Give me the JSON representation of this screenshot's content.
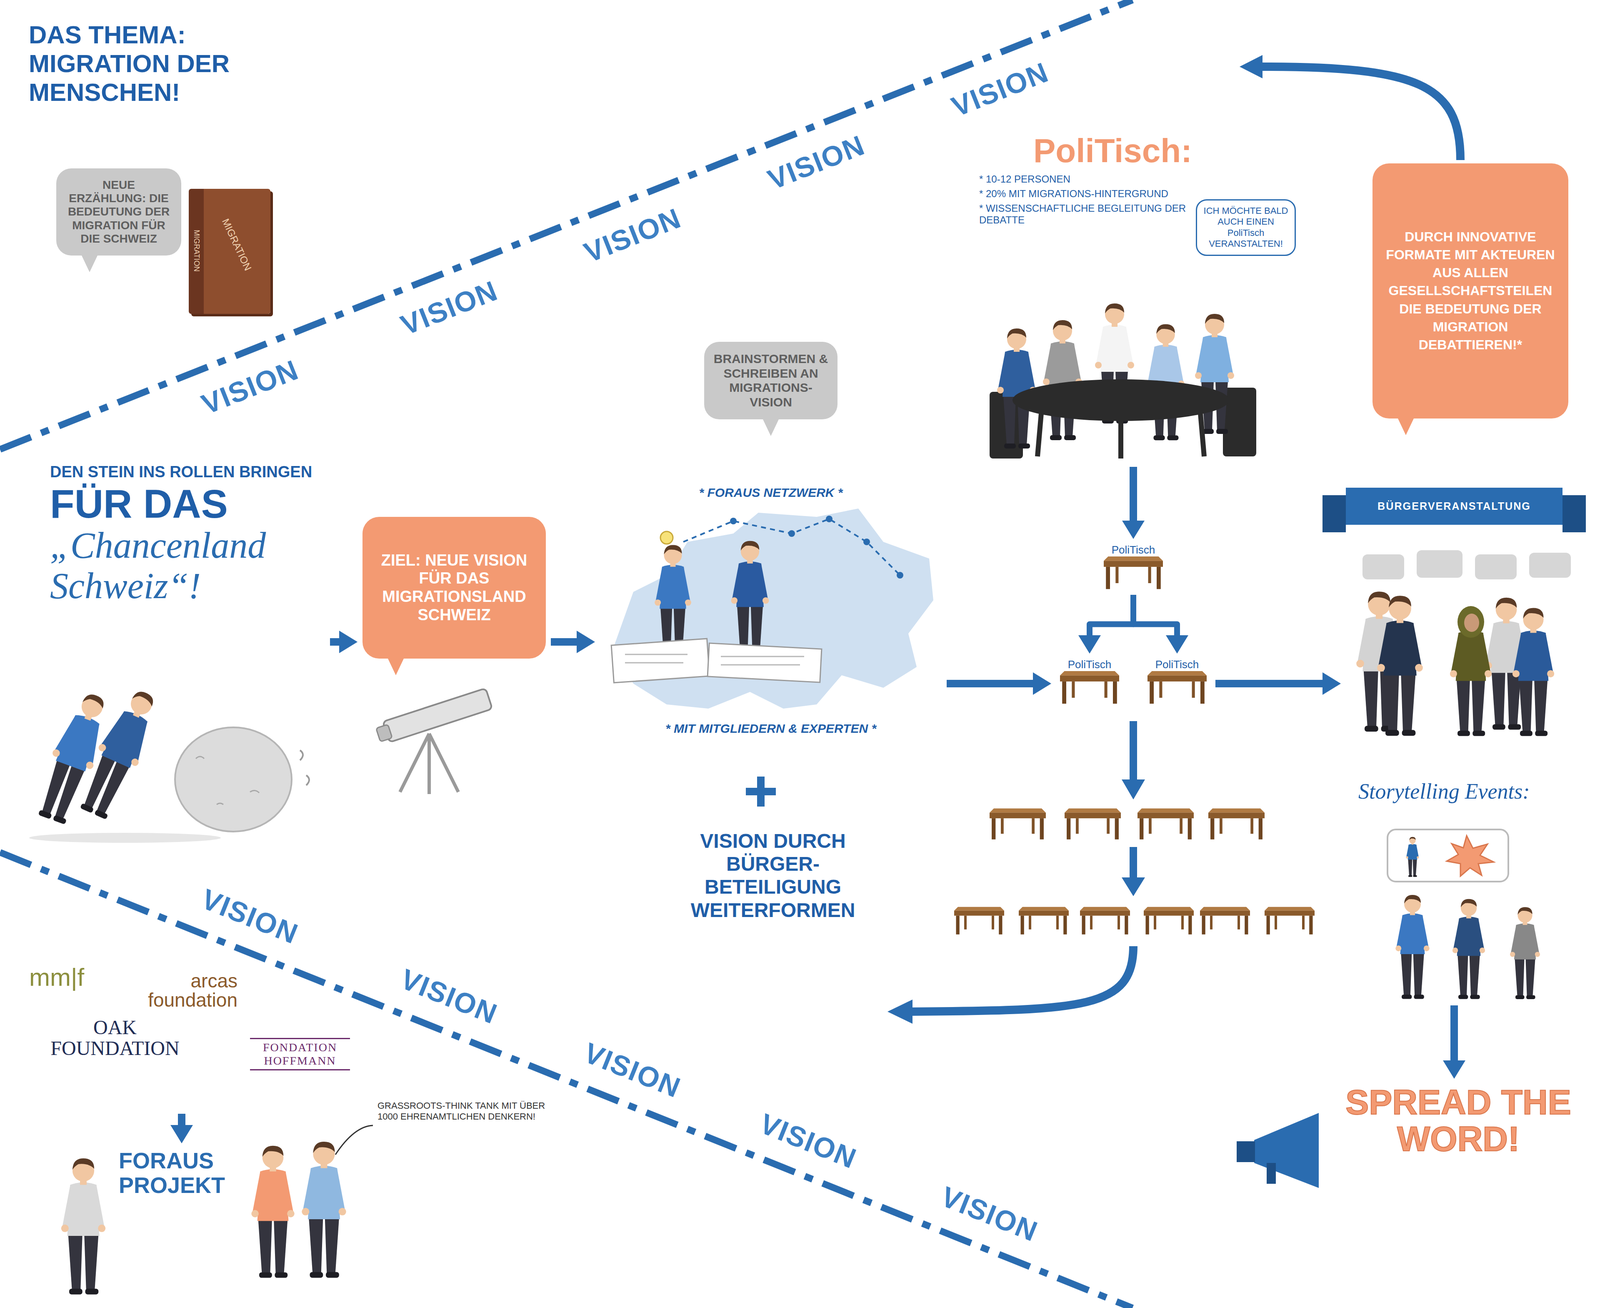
{
  "diagram": {
    "title": "DAS THEMA: MIGRATION DER MENSCHEN!",
    "nodes": [
      {
        "text": [
          "NEUE ERZÄHLUNG: DIE BEDEUTUNG DER MIGRATION FÜR DIE SCHWEIZ"
        ]
      },
      {
        "text": [
          "MIGRATION",
          "MIGRATION"
        ]
      },
      {
        "text": [
          "DEN STEIN INS ROLLEN BRINGEN",
          "FÜR DAS",
          "„Chancenland Schweiz“!"
        ]
      },
      {
        "text": [
          "ZIEL: NEUE VISION FÜR DAS MIGRATIONSLAND SCHWEIZ"
        ]
      },
      {
        "text": [
          "BRAINSTORMEN & SCHREIBEN AN MIGRATIONS-VISION"
        ]
      },
      {
        "text": [
          "* FORAUS NETZWERK *",
          "* MIT MITGLIEDERN & EXPERTEN *"
        ]
      },
      {
        "text": [
          "PoliTisch:",
          "* 10-12 PERSONEN",
          "* 20% MIT MIGRATIONS-HINTERGRUND",
          "* WISSENSCHAFTLICHE BEGLEITUNG DER DEBATTE"
        ]
      },
      {
        "text": [
          "ICH MÖCHTE BALD AUCH EINEN PoliTisch VERANSTALTEN!"
        ]
      },
      {
        "text": [
          "PoliTisch"
        ]
      },
      {
        "text": [
          "PoliTisch"
        ]
      },
      {
        "text": [
          "PoliTisch"
        ]
      },
      {
        "text": [
          "VISION DURCH BÜRGER-BETEILIGUNG WEITERFORMEN"
        ]
      },
      {
        "text": [
          "DURCH INNOVATIVE FORMATE MIT AKTEUREN AUS ALLEN GESELLSCHAFTSTEILEN DIE BEDEUTUNG DER MIGRATION DEBATTIEREN!*"
        ]
      },
      {
        "text": [
          "BÜRGERVERANSTALTUNG"
        ]
      },
      {
        "text": [
          "Storytelling Events:"
        ]
      },
      {
        "text": [
          "SPREAD THE WORD!"
        ]
      },
      {
        "text": [
          "mm|f",
          "arcas foundation",
          "OAK FOUNDATION",
          "FONDATION HOFFMANN"
        ]
      },
      {
        "text": [
          "FORAUS PROJEKT"
        ]
      }
    ],
    "edges": [
      {
        "from": 2,
        "to": 3,
        "arrow": "to"
      },
      {
        "from": 3,
        "to": 5,
        "arrow": "to"
      },
      {
        "from": 5,
        "to": 9,
        "arrow": "to"
      },
      {
        "from": 6,
        "to": 8,
        "arrow": "to"
      },
      {
        "from": 8,
        "to": 9,
        "arrow": "to"
      },
      {
        "from": 8,
        "to": 10,
        "arrow": "to"
      },
      {
        "from": 10,
        "to": 13,
        "arrow": "to"
      },
      {
        "from": 14,
        "to": 15,
        "arrow": "to"
      },
      {
        "from": 16,
        "to": 17,
        "arrow": "to"
      }
    ],
    "labels": [
      "VISION",
      "VISION",
      "VISION",
      "VISION",
      "VISION",
      "VISION",
      "VISION",
      "VISION",
      "VISION",
      "VISION",
      "GRASSROOTS-THINK TANK MIT ÜBER 1000 EHRENAMTLICHEN DENKERN!"
    ]
  }
}
